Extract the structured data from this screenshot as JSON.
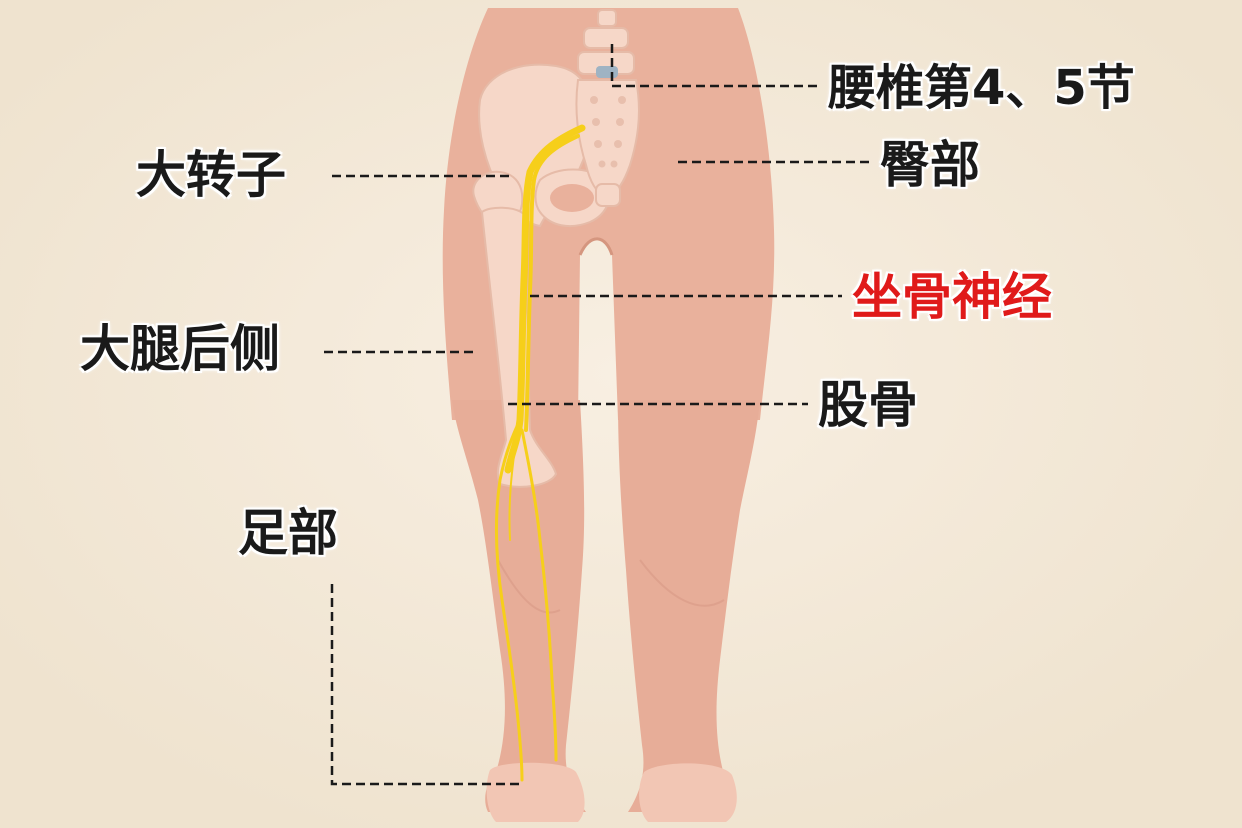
{
  "labels": {
    "lumbar": "腰椎第4、5节",
    "buttock": "臀部",
    "greater_trochanter": "大转子",
    "sciatic_nerve": "坐骨神经",
    "posterior_thigh": "大腿后侧",
    "femur": "股骨",
    "foot": "足部"
  },
  "colors": {
    "background": "#f2e8d6",
    "skin": "#e9b19c",
    "skin_shadow": "#d89a86",
    "bone": "#f6d7c8",
    "nerve": "#f6cf1a",
    "label_text": "#1a1a1a",
    "highlight_text": "#e01a1a"
  }
}
